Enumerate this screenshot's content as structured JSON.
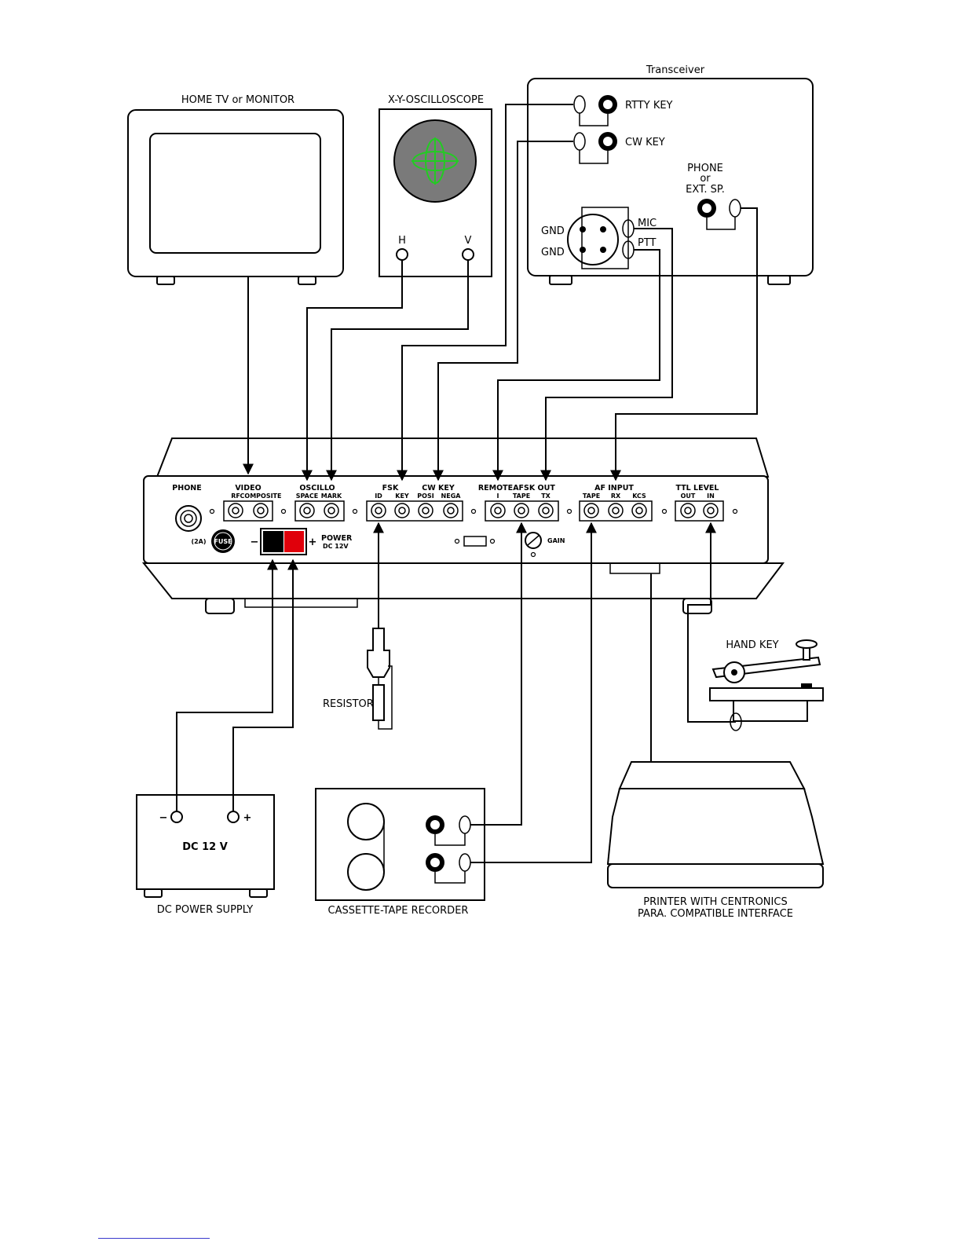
{
  "devices": {
    "transceiver": "Transceiver",
    "tv": "HOME TV or MONITOR",
    "oscilloscope": "X-Y-OSCILLOSCOPE",
    "hand_key": "HAND KEY",
    "resistor": "RESISTOR",
    "dc_supply_title": "DC POWER SUPPLY",
    "dc_supply_value": "DC 12 V",
    "cassette": "CASSETTE-TAPE RECORDER",
    "printer_line1": "PRINTER WITH CENTRONICS",
    "printer_line2": "PARA. COMPATIBLE INTERFACE"
  },
  "oscilloscope_ports": {
    "h": "H",
    "v": "V"
  },
  "transceiver_ports": {
    "rtty_key": "RTTY KEY",
    "cw_key": "CW KEY",
    "phone_line1": "PHONE",
    "phone_line2": "or",
    "phone_line3": "EXT. SP.",
    "gnd1": "GND",
    "gnd2": "GND",
    "mic": "MIC",
    "ptt": "PTT"
  },
  "dc_supply_ports": {
    "minus": "−",
    "plus": "+"
  },
  "panel": {
    "phone": "PHONE",
    "fuse_rating": "(2A)",
    "fuse": "FUSE",
    "power_minus": "−",
    "power_plus": "+",
    "power": "POWER",
    "power_sub": "DC 12V",
    "gain": "GAIN",
    "groups": {
      "video": "VIDEO",
      "oscillo": "OSCILLO",
      "fsk": "FSK",
      "cw_key": "CW KEY",
      "remote": "REMOTE",
      "afsk_out": "AFSK OUT",
      "af_input": "AF INPUT",
      "ttl_level": "TTL LEVEL"
    },
    "sublabels": {
      "rf": "RF",
      "composite": "COMPOSITE",
      "space": "SPACE",
      "mark": "MARK",
      "id": "ID",
      "key": "KEY",
      "posi": "POSI",
      "nega": "NEGA",
      "remote_i": "I",
      "tape": "TAPE",
      "tx": "TX",
      "af_tape": "TAPE",
      "rx": "RX",
      "kcs": "KCS",
      "out": "OUT",
      "in": "IN"
    }
  },
  "colors": {
    "power_negative": "#000000",
    "power_positive": "#e0000b",
    "scope_trace": "#22cc22",
    "scope_screen": "#7a7a7a"
  }
}
